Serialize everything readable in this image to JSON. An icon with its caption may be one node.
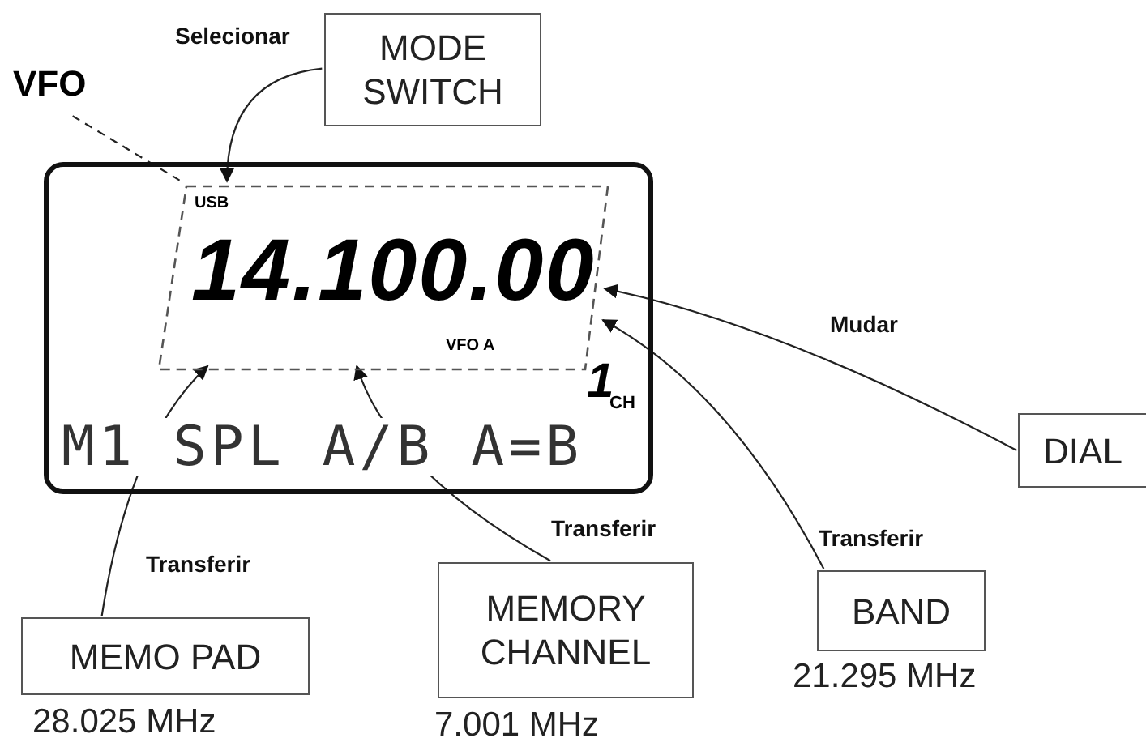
{
  "diagram": {
    "nodes": [
      {
        "text": [
          "1",
          "CH",
          "M1 SPL A/B A=B"
        ]
      },
      {
        "text": [
          "USB",
          "14.100.00",
          "VFO A"
        ],
        "in": 0
      },
      {
        "text": [
          "VFO"
        ]
      },
      {
        "text": [
          "MODE SWITCH"
        ]
      },
      {
        "text": [
          "DIAL"
        ]
      },
      {
        "text": [
          "MEMO PAD"
        ],
        "beside": [
          "28.025 MHz"
        ]
      },
      {
        "text": [
          "MEMORY CHANNEL"
        ],
        "beside": [
          "7.001 MHz"
        ]
      },
      {
        "text": [
          "BAND"
        ],
        "beside": [
          "21.295 MHz"
        ]
      }
    ],
    "edges": [
      {
        "from": 2,
        "to": 1,
        "arrow": "none",
        "style": "dashed"
      },
      {
        "from": 3,
        "to": 1,
        "arrow": "to",
        "label": "Selecionar"
      },
      {
        "from": 4,
        "to": 1,
        "arrow": "to",
        "label": "Mudar"
      },
      {
        "from": 5,
        "to": 1,
        "arrow": "to",
        "label": "Transferir"
      },
      {
        "from": 6,
        "to": 1,
        "arrow": "to",
        "label": "Transferir"
      },
      {
        "from": 7,
        "to": 1,
        "arrow": "to",
        "label": "Transferir"
      }
    ]
  }
}
